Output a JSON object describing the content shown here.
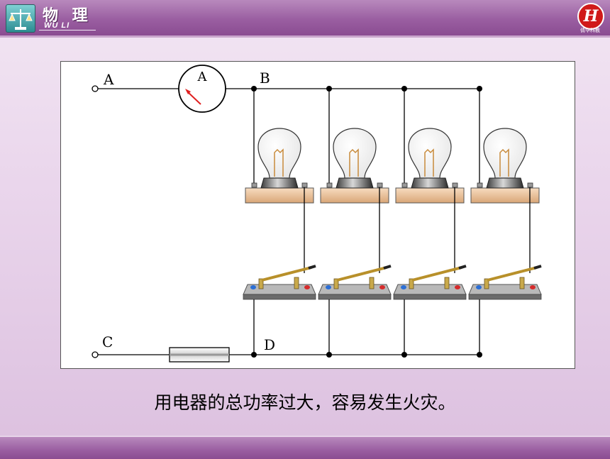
{
  "header": {
    "subject_title": "物 理",
    "subject_pinyin": "WU LI",
    "brand_letter": "H",
    "brand_name": "倩华科教"
  },
  "diagram": {
    "node_labels": {
      "a": "A",
      "b": "B",
      "c": "C",
      "d": "D"
    },
    "ammeter_label": "A",
    "lamp_count": 4,
    "switch_count": 4,
    "colors": {
      "wire": "#000000",
      "switch_lever": "#b8902a",
      "switch_base": "#b9b9b9",
      "terminal_blue": "#2b6fd6",
      "terminal_red": "#d62b2b",
      "lamp_base": "#f0c9a0",
      "needle": "#e02020"
    }
  },
  "caption": "用电器的总功率过大，容易发生火灾。"
}
